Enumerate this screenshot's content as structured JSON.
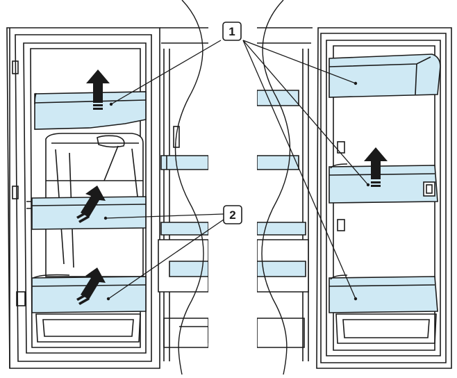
{
  "callouts": [
    {
      "id": "1",
      "label": "1"
    },
    {
      "id": "2",
      "label": "2"
    }
  ],
  "colors": {
    "line": "#1a1a1a",
    "shelf_fill": "#cfe9f4",
    "shelf_highlight": "#eaf6fb",
    "background": "#ffffff"
  },
  "icons": [
    "arrow-up-icon"
  ]
}
